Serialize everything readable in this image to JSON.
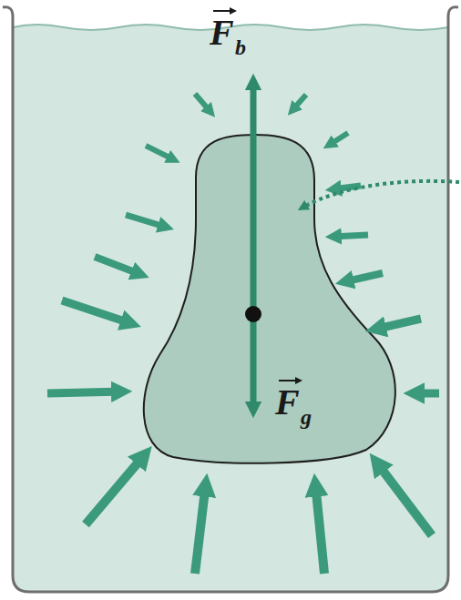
{
  "diagram": {
    "labels": [
      "F",
      "b",
      "F",
      "g"
    ]
  }
}
